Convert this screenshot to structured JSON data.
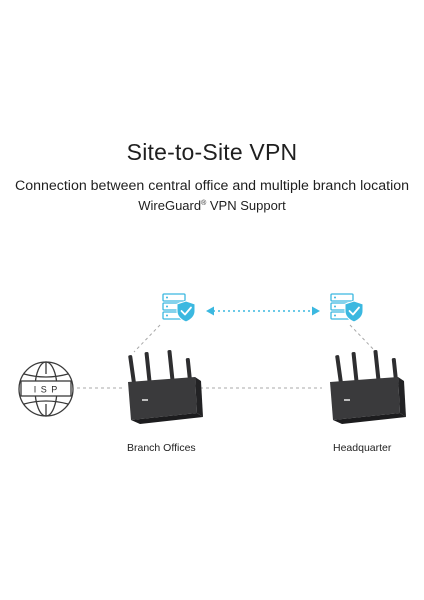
{
  "header": {
    "title": "Site-to-Site VPN",
    "subtitle": "Connection between central office and multiple branch location",
    "feature_name": "WireGuard",
    "feature_mark": "®",
    "feature_suffix": " VPN Support"
  },
  "diagram": {
    "isp_label": "I S P",
    "branch_label": "Branch Offices",
    "hq_label": "Headquarter",
    "accent_color": "#3bb8e0",
    "router_color": "#3a3a3c",
    "line_color": "#9a9a9a",
    "icons": [
      "globe-icon",
      "router-icon",
      "server-shield-icon",
      "double-arrow-icon"
    ]
  }
}
